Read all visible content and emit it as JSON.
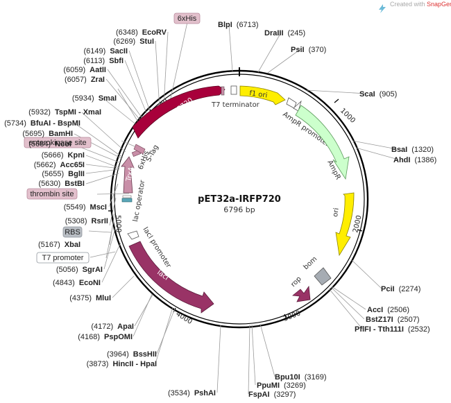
{
  "watermark": {
    "prefix": "Created with ",
    "brand": "SnapGene",
    "mark": "®"
  },
  "plasmid": {
    "name": "pET32a-IRFP720",
    "size": "6796 bp"
  },
  "ticks": [
    "1000",
    "2000",
    "3000",
    "4000",
    "5000",
    "6000"
  ],
  "sites": [
    {
      "name": "BlpI",
      "pos": "(6713)"
    },
    {
      "name": "DraIII",
      "pos": "(245)"
    },
    {
      "name": "PsiI",
      "pos": "(370)"
    },
    {
      "name": "ScaI",
      "pos": "(905)"
    },
    {
      "name": "BsaI",
      "pos": "(1320)"
    },
    {
      "name": "AhdI",
      "pos": "(1386)"
    },
    {
      "name": "PciI",
      "pos": "(2274)"
    },
    {
      "name": "AccI",
      "pos": "(2506)"
    },
    {
      "name": "BstZ17I",
      "pos": "(2507)"
    },
    {
      "name": "PflFI - Tth111I",
      "pos": "(2532)"
    },
    {
      "name": "Bpu10I",
      "pos": "(3169)"
    },
    {
      "name": "PpuMI",
      "pos": "(3269)"
    },
    {
      "name": "FspAI",
      "pos": "(3297)"
    },
    {
      "name": "PshAI",
      "pos": "(3534)"
    },
    {
      "name": "BssHII",
      "pos": "(3964)"
    },
    {
      "name": "HincII - HpaI",
      "pos": "(3873)"
    },
    {
      "name": "ApaI",
      "pos": "(4172)"
    },
    {
      "name": "PspOMI",
      "pos": "(4168)"
    },
    {
      "name": "MluI",
      "pos": "(4375)"
    },
    {
      "name": "EcoNI",
      "pos": "(4843)"
    },
    {
      "name": "SgrAI",
      "pos": "(5056)"
    },
    {
      "name": "XbaI",
      "pos": "(5167)"
    },
    {
      "name": "RsrII",
      "pos": "(5308)"
    },
    {
      "name": "MscI",
      "pos": "(5549)"
    },
    {
      "name": "BstBI",
      "pos": "(5630)"
    },
    {
      "name": "BglII",
      "pos": "(5655)"
    },
    {
      "name": "Acc65I",
      "pos": "(5662)"
    },
    {
      "name": "KpnI",
      "pos": "(5666)"
    },
    {
      "name": "NcoI",
      "pos": "(5684)"
    },
    {
      "name": "BamHI",
      "pos": "(5695)"
    },
    {
      "name": "BfuAI - BspMI",
      "pos": "(5734)"
    },
    {
      "name": "TspMI - XmaI",
      "pos": "(5932)"
    },
    {
      "name": "SmaI",
      "pos": "(5934)"
    },
    {
      "name": "ZraI",
      "pos": "(6057)"
    },
    {
      "name": "AatII",
      "pos": "(6059)"
    },
    {
      "name": "SbfI",
      "pos": "(6113)"
    },
    {
      "name": "SacII",
      "pos": "(6149)"
    },
    {
      "name": "StuI",
      "pos": "(6269)"
    },
    {
      "name": "EcoRV",
      "pos": "(6348)"
    }
  ],
  "tags": {
    "his": "6xHis",
    "enterokinase": "enterokinase site",
    "thrombin": "thrombin site",
    "rbs": "RBS",
    "t7promoter": "T7 promoter"
  },
  "features": {
    "irfp": "iRFP720",
    "t7term": "T7 terminator",
    "f1ori": "f1 ori",
    "amprpromoter": "AmpR promoter",
    "ampr": "AmpR",
    "ori": "ori",
    "bom": "bom",
    "rop": "rop",
    "laci": "lacI",
    "laci_promoter": "lacI promoter",
    "lac_operator": "lac operator",
    "trxa": "TrxA",
    "his6": "6xHis",
    "stag": "S-Tag"
  },
  "colors": {
    "irfp": "#a8003b",
    "f1ori": "#ffee00",
    "ampr": "#ccffcc",
    "ori": "#ffee00",
    "bom": "#a6acb3",
    "rop": "#993366",
    "laci": "#993366",
    "trxa": "#c98fa8",
    "stag": "#c98fa8",
    "tagfill": "#e2c0cc",
    "backbone": "#000000"
  }
}
